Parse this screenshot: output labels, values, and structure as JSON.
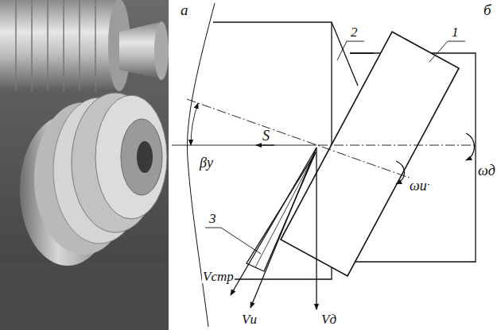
{
  "diagram": {
    "labels": [
      "а",
      "б",
      "2",
      "1",
      "βу",
      "S",
      "ωд",
      "ωи",
      "3",
      "Vстр",
      "Vи",
      "Vд"
    ]
  }
}
